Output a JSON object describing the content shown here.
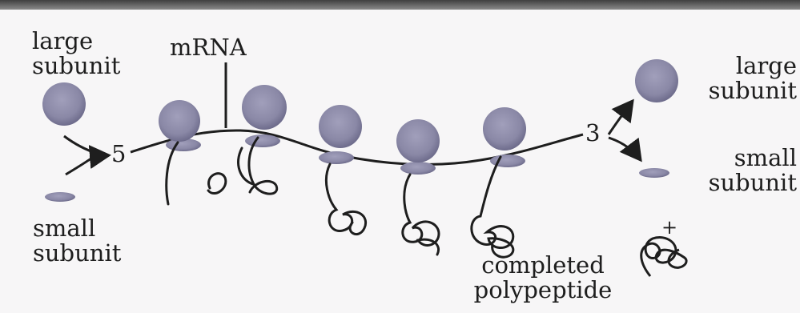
{
  "labels": {
    "large_subunit_left": [
      "large",
      "subunit"
    ],
    "small_subunit_left": [
      "small",
      "subunit"
    ],
    "mrna": "mRNA",
    "five_prime": "5",
    "three_prime": "3",
    "large_subunit_right": [
      "large",
      "subunit"
    ],
    "small_subunit_right": [
      "small",
      "subunit"
    ],
    "plus": "+",
    "completed_polypeptide": [
      "completed",
      "polypeptide"
    ]
  },
  "colors": {
    "subunit_fill": "#8c8aa8",
    "ink": "#1e1e1e",
    "background": "#f7f6f7"
  }
}
